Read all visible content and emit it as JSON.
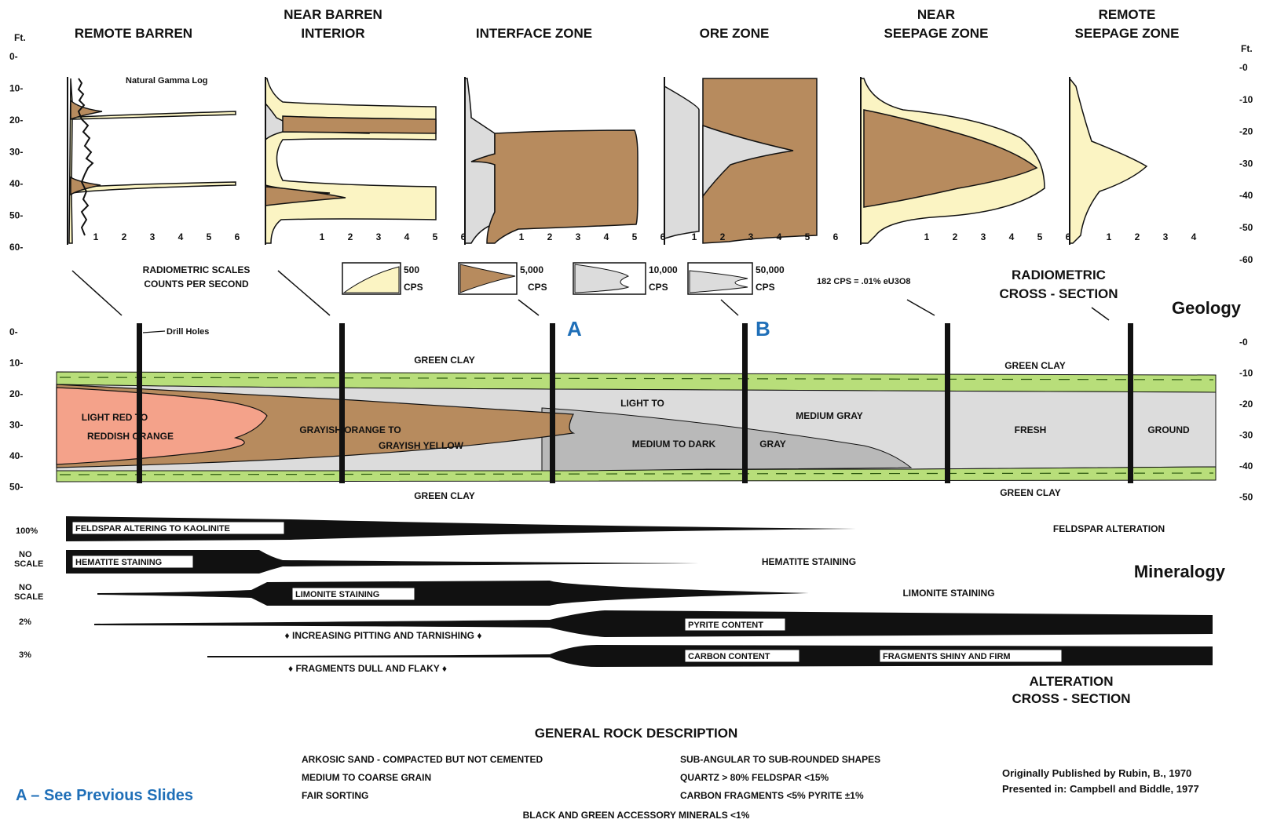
{
  "zones": [
    "REMOTE BARREN",
    "NEAR BARREN|INTERIOR",
    "INTERFACE ZONE",
    "ORE ZONE",
    "NEAR|SEEPAGE ZONE",
    "REMOTE|SEEPAGE ZONE"
  ],
  "depth_unit": "Ft.",
  "log_title": "Natural Gamma Log",
  "log_depth_ticks_left": [
    "0-",
    "10-",
    "20-",
    "30-",
    "40-",
    "50-",
    "60-"
  ],
  "log_depth_ticks_right": [
    "-0",
    "-10",
    "-20",
    "-30",
    "-40",
    "-50",
    "-60"
  ],
  "log_scale_ticks": [
    "1",
    "2",
    "3",
    "4",
    "5",
    "6"
  ],
  "log_scale_ticks_last": [
    "1",
    "2",
    "3",
    "4"
  ],
  "scales_caption": [
    "RADIOMETRIC SCALES",
    "COUNTS PER SECOND"
  ],
  "scale_legend": [
    {
      "value": "500",
      "unit": "CPS"
    },
    {
      "value": "5,000",
      "unit": "CPS"
    },
    {
      "value": "10,000",
      "unit": "CPS"
    },
    {
      "value": "50,000",
      "unit": "CPS"
    }
  ],
  "cps_equivalence": "182 CPS = .01% eU3O8",
  "radiometric_cross_section": [
    "RADIOMETRIC",
    "CROSS - SECTION"
  ],
  "geology_heading": "Geology",
  "marker_a": "A",
  "marker_b": "B",
  "drill_holes_label": "Drill Holes",
  "geo_depth_ticks_left": [
    "0-",
    "10-",
    "20-",
    "30-",
    "40-",
    "50-"
  ],
  "geo_depth_ticks_right": [
    "-0",
    "-10",
    "-20",
    "-30",
    "-40",
    "-50"
  ],
  "geology_labels": {
    "green_clay": "GREEN CLAY",
    "light_red": "LIGHT RED TO",
    "reddish_orange": "REDDISH ORANGE",
    "grayish_orange": "GRAYISH ORANGE TO",
    "grayish_yellow": "GRAYISH YELLOW",
    "light_to": "LIGHT TO",
    "medium_to_dark": "MEDIUM TO DARK",
    "medium_gray": "MEDIUM GRAY",
    "gray": "GRAY",
    "fresh": "FRESH",
    "ground": "GROUND"
  },
  "mineralogy_heading": "Mineralogy",
  "min_scale_labels": [
    "100%",
    "NO|SCALE",
    "NO|SCALE",
    "2%",
    "3%"
  ],
  "mineralogy": {
    "feldspar_bar": "FELDSPAR ALTERING TO KAOLINITE",
    "feldspar_right": "FELDSPAR ALTERATION",
    "hematite_bar": "HEMATITE STAINING",
    "hematite_right": "HEMATITE STAINING",
    "limonite_bar": "LIMONITE STAINING",
    "limonite_right": "LIMONITE STAINING",
    "pyrite_note": "♦ INCREASING PITTING AND TARNISHING ♦",
    "pyrite_bar": "PYRITE CONTENT",
    "carbon_bar": "CARBON CONTENT",
    "carbon_shiny": "FRAGMENTS SHINY AND FIRM",
    "carbon_note": "♦ FRAGMENTS DULL AND FLAKY ♦"
  },
  "alteration_cross_section": [
    "ALTERATION",
    "CROSS - SECTION"
  ],
  "rock_heading": "GENERAL ROCK DESCRIPTION",
  "rock_left": [
    "ARKOSIC SAND - COMPACTED BUT NOT CEMENTED",
    "MEDIUM TO COARSE GRAIN",
    "FAIR SORTING"
  ],
  "rock_right": [
    "SUB-ANGULAR TO SUB-ROUNDED SHAPES",
    "QUARTZ > 80% FELDSPAR <15%",
    "CARBON FRAGMENTS <5% PYRITE ±1%"
  ],
  "rock_bottom": "BLACK AND GREEN ACCESSORY MINERALS <1%",
  "footnote_left": "A – See Previous Slides",
  "credits": [
    "Originally Published by Rubin, B., 1970",
    "Presented in: Campbell and Biddle, 1977"
  ],
  "colors": {
    "yellow_fill": "#fbf4c3",
    "brown_fill": "#b78b5e",
    "gray_fill": "#dcdcdc",
    "dark_gray_fill": "#b9b9b9",
    "green_clay": "#b8de7a",
    "light_red": "#f4a28a",
    "accent_blue": "#1f6fb8"
  }
}
